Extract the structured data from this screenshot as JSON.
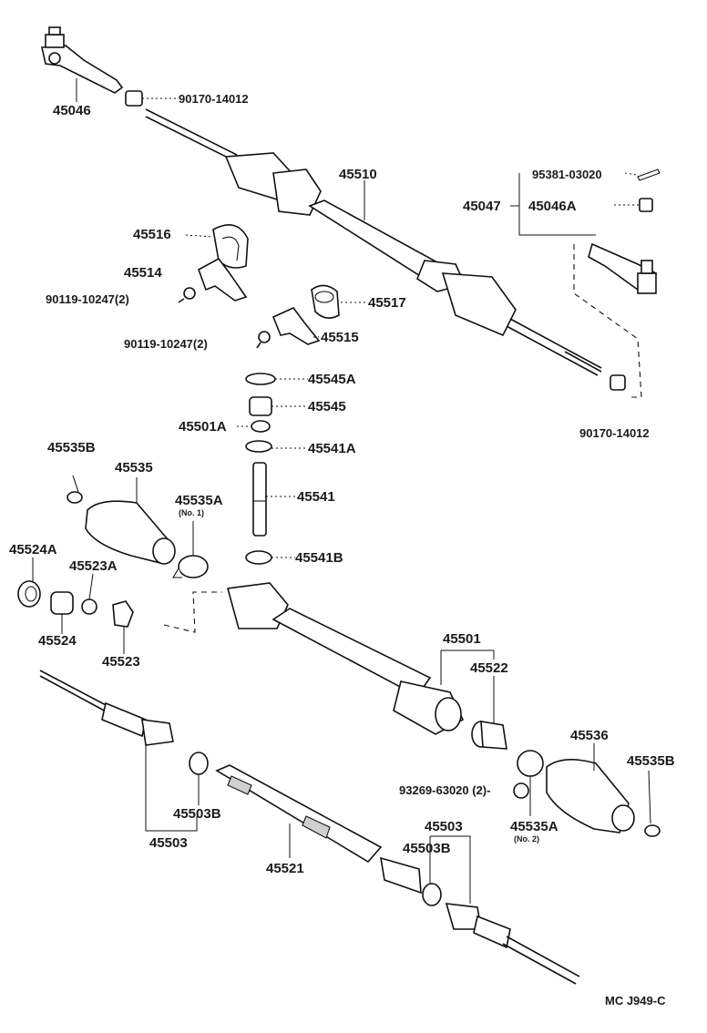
{
  "labels": {
    "p45046": "45046",
    "p90170_top": "90170-14012",
    "p45510": "45510",
    "p95381": "95381-03020",
    "p45047": "45047",
    "p45046A": "45046A",
    "p45516": "45516",
    "p45514": "45514",
    "p90119_a": "90119-10247(2)",
    "p45517": "45517",
    "p90119_b": "90119-10247(2)",
    "p45515": "45515",
    "p45545A": "45545A",
    "p45545": "45545",
    "p45501A": "45501A",
    "p45541A": "45541A",
    "p90170_right": "90170-14012",
    "p45535B_left": "45535B",
    "p45535": "45535",
    "p45535A_1": "45535A",
    "no1": "(No. 1)",
    "p45541": "45541",
    "p45524A": "45524A",
    "p45523A": "45523A",
    "p45541B": "45541B",
    "p45524": "45524",
    "p45523": "45523",
    "p45501": "45501",
    "p45522": "45522",
    "p45536": "45536",
    "p45535B_right": "45535B",
    "p93269": "93269-63020 (2)-",
    "p45503B_left": "45503B",
    "p45503_left": "45503",
    "p45503_right": "45503",
    "p45503B_right": "45503B",
    "p45535A_2": "45535A",
    "no2": "(No. 2)",
    "p45521": "45521",
    "code": "MC  J949-C"
  }
}
